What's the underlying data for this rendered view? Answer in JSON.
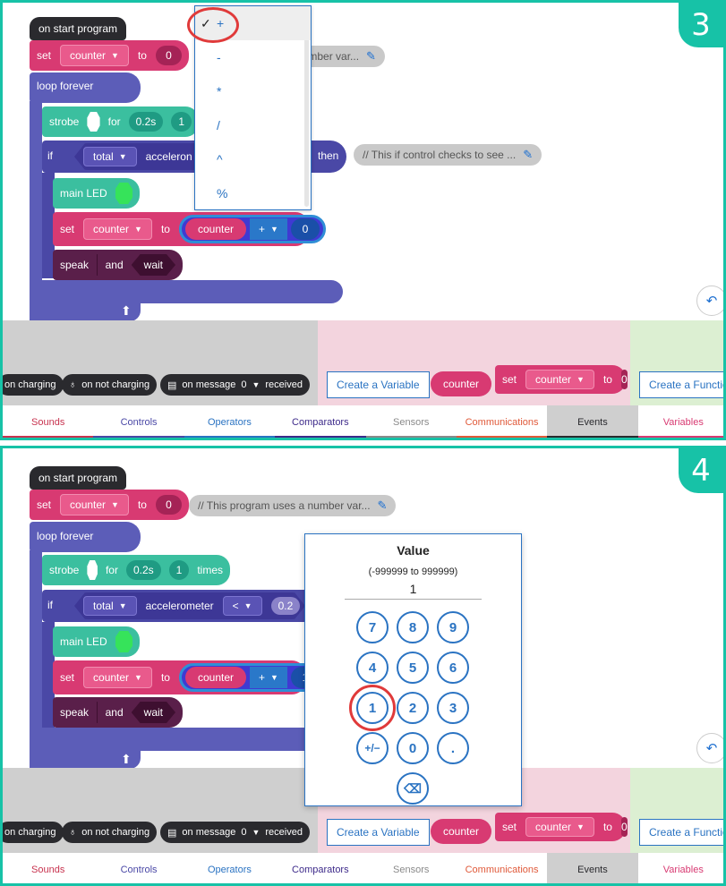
{
  "panel3": {
    "step": "3",
    "start_label": "on start program",
    "set_label": "set",
    "var": "counter",
    "to": "to",
    "init_value": "0",
    "comment1": "number var...",
    "loop_label": "loop forever",
    "strobe_label": "strobe",
    "for_label": "for",
    "duration": "0.2s",
    "times_value": "1",
    "if_label": "if",
    "cond_dd": "total",
    "cond_sensor": "acceleron",
    "then_label": "then",
    "comment2": "// This if control checks to see ...",
    "led_label": "main LED",
    "set2_var": "counter",
    "expr_var": "counter",
    "op": "+",
    "expr_value": "0",
    "speak_label": "speak",
    "and_label": "and",
    "wait_label": "wait",
    "menu": {
      "items": [
        "+",
        "-",
        "*",
        "/",
        "^",
        "%"
      ],
      "selected_index": 0
    }
  },
  "panel4": {
    "step": "4",
    "start_label": "on start program",
    "set_label": "set",
    "var": "counter",
    "to": "to",
    "init_value": "0",
    "comment1": "// This program uses a number var...",
    "loop_label": "loop forever",
    "strobe_label": "strobe",
    "for_label": "for",
    "duration": "0.2s",
    "times_value": "1",
    "times_label": "times",
    "if_label": "if",
    "cond_dd": "total",
    "cond_sensor": "accelerometer",
    "cond_op": "<",
    "cond_value": "0.2",
    "led_label": "main LED",
    "set2_var": "counter",
    "expr_var": "counter",
    "op": "+",
    "expr_value": "1",
    "speak_label": "speak",
    "and_label": "and",
    "wait_label": "wait",
    "keypad": {
      "title": "Value",
      "range": "(-999999 to 999999)",
      "display": "1",
      "keys": [
        "7",
        "8",
        "9",
        "4",
        "5",
        "6",
        "1",
        "2",
        "3",
        "+/−",
        "0",
        "."
      ]
    }
  },
  "palette": {
    "charging": "on charging",
    "not_charging": "on not charging",
    "message_pre": "on message",
    "message_val": "0",
    "message_post": "received",
    "create_variable": "Create a Variable",
    "var_pill": "counter",
    "set_label": "set",
    "set_var": "counter",
    "set_to": "to",
    "set_val": "0",
    "create_function": "Create a Function"
  },
  "tabs": [
    {
      "label": "Sounds",
      "color": "#c8334f"
    },
    {
      "label": "Controls",
      "color": "#4a48a6"
    },
    {
      "label": "Operators",
      "color": "#2a73c2"
    },
    {
      "label": "Comparators",
      "color": "#3d2a8a"
    },
    {
      "label": "Sensors",
      "color": "#8a8a8a"
    },
    {
      "label": "Communications",
      "color": "#e05a3a"
    },
    {
      "label": "Events",
      "color": "#2a2a2e"
    },
    {
      "label": "Variables",
      "color": "#d83a72"
    }
  ],
  "colors": {
    "frame": "#17c2a7",
    "accent_blue": "#2a73c2",
    "highlight": "#e03a3a"
  }
}
